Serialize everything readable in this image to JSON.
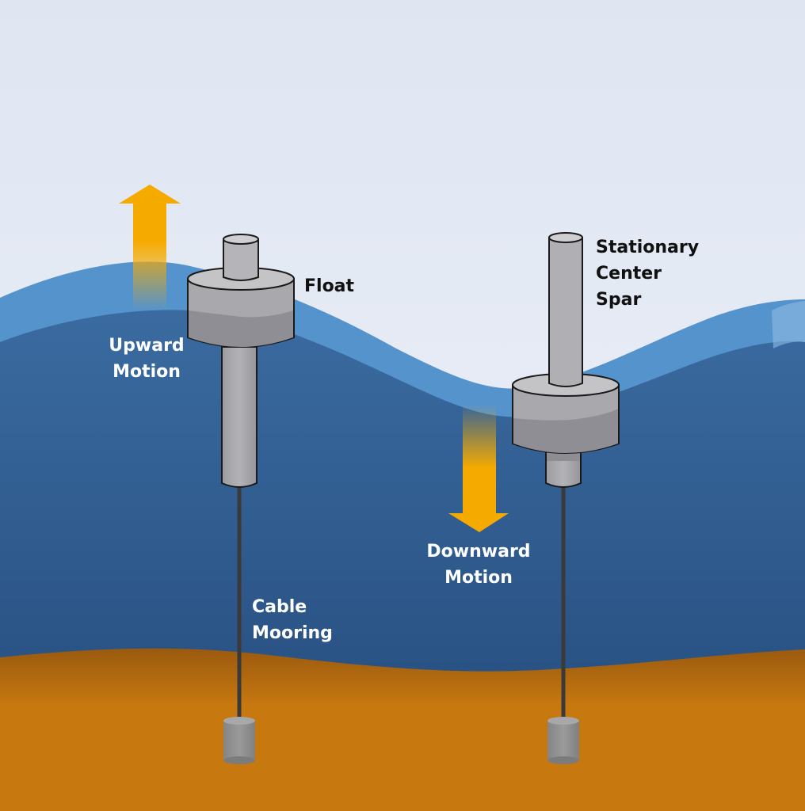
{
  "labels": {
    "float": "Float",
    "spar": [
      "Stationary",
      "Center",
      "Spar"
    ],
    "upward": [
      "Upward",
      "Motion"
    ],
    "downward": [
      "Downward",
      "Motion"
    ],
    "mooring": [
      "Cable",
      "Mooring"
    ]
  },
  "colors": {
    "sky_top": "#dfe6f2",
    "sky_bottom": "#eef1f8",
    "wave_crest": "#5593cc",
    "water_top": "#356599",
    "water_bottom": "#24497a",
    "seabed_top": "#9c5c10",
    "seabed": "#c7780f",
    "arrow": "#f5aa00",
    "buoy_light": "#c4c4c6",
    "buoy_mid": "#a9a9ad",
    "buoy_dark": "#8d8d93",
    "anchor": "#8e8e8e",
    "outline": "#1a1a1a"
  }
}
